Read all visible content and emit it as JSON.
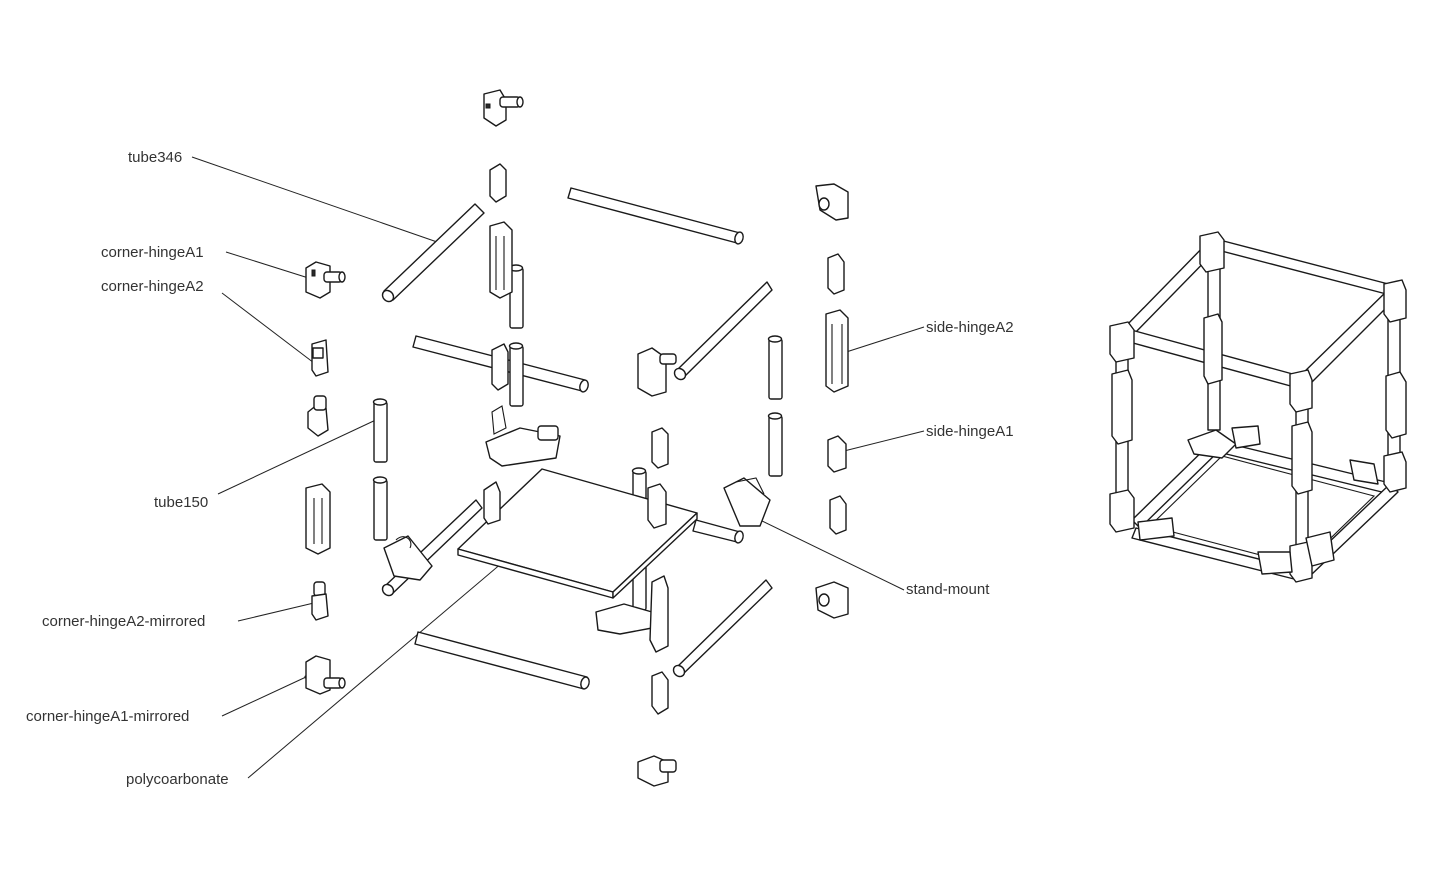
{
  "labels": {
    "tube346": "tube346",
    "corner_hinge_a1": "corner-hingeA1",
    "corner_hinge_a2": "corner-hingeA2",
    "tube150": "tube150",
    "corner_hinge_a2_mirrored": "corner-hingeA2-mirrored",
    "corner_hinge_a1_mirrored": "corner-hingeA1-mirrored",
    "polycarbonate": "polycoarbonate",
    "side_hinge_a2": "side-hingeA2",
    "side_hinge_a1": "side-hingeA1",
    "stand_mount": "stand-mount"
  },
  "colors": {
    "line": "#1a1a1a",
    "label_text": "#333333",
    "background": "#ffffff"
  }
}
